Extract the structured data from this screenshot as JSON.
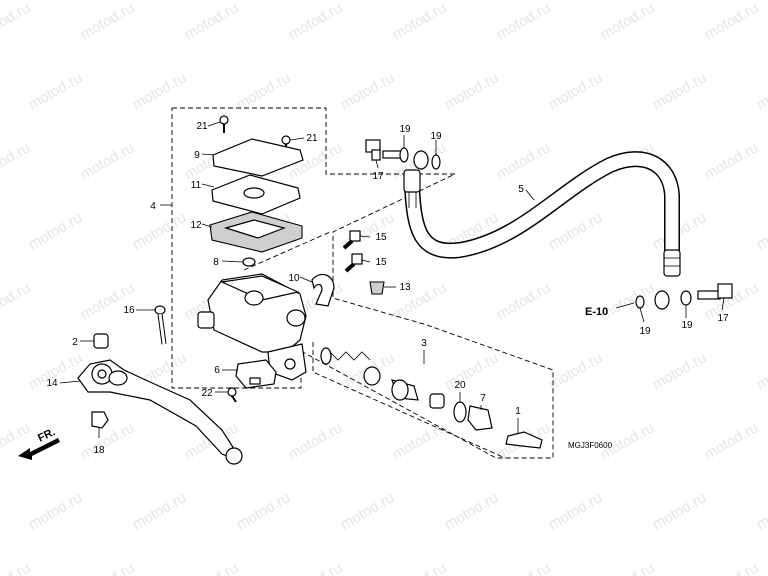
{
  "watermark": "motod.ru",
  "diagram_code": "MGJ3F0600",
  "ref_tag": "E-10",
  "direction_mark": "FR.",
  "callouts": [
    {
      "id": "c21a",
      "text": "21"
    },
    {
      "id": "c21b",
      "text": "21"
    },
    {
      "id": "c9",
      "text": "9"
    },
    {
      "id": "c11",
      "text": "11"
    },
    {
      "id": "c12",
      "text": "12"
    },
    {
      "id": "c4",
      "text": "4"
    },
    {
      "id": "c8",
      "text": "8"
    },
    {
      "id": "c10",
      "text": "10"
    },
    {
      "id": "c16",
      "text": "16"
    },
    {
      "id": "c2",
      "text": "2"
    },
    {
      "id": "c14",
      "text": "14"
    },
    {
      "id": "c18",
      "text": "18"
    },
    {
      "id": "c6",
      "text": "6"
    },
    {
      "id": "c22",
      "text": "22"
    },
    {
      "id": "c3",
      "text": "3"
    },
    {
      "id": "c20",
      "text": "20"
    },
    {
      "id": "c7",
      "text": "7"
    },
    {
      "id": "c1",
      "text": "1"
    },
    {
      "id": "c15a",
      "text": "15"
    },
    {
      "id": "c15b",
      "text": "15"
    },
    {
      "id": "c13",
      "text": "13"
    },
    {
      "id": "c19a",
      "text": "19"
    },
    {
      "id": "c19b",
      "text": "19"
    },
    {
      "id": "c17a",
      "text": "17"
    },
    {
      "id": "c5",
      "text": "5"
    },
    {
      "id": "c19c",
      "text": "19"
    },
    {
      "id": "c19d",
      "text": "19"
    },
    {
      "id": "c17b",
      "text": "17"
    }
  ]
}
